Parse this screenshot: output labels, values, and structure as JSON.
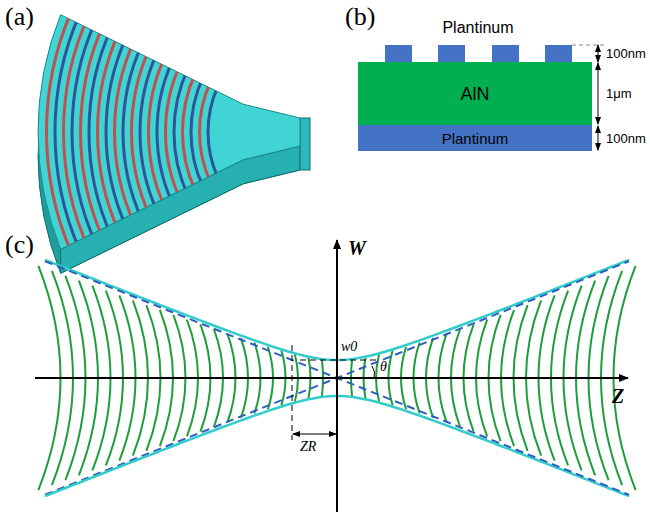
{
  "diagram": {
    "nodes": [
      {
        "text": [
          "AlN"
        ]
      },
      {
        "text": [
          "Plantinum"
        ]
      }
    ],
    "labels": [
      "(a)",
      "(b)",
      "(c)",
      "Plantinum",
      "100nm",
      "1μm",
      "100nm",
      "W",
      "Z",
      "w0",
      "θ",
      "ZR"
    ]
  }
}
